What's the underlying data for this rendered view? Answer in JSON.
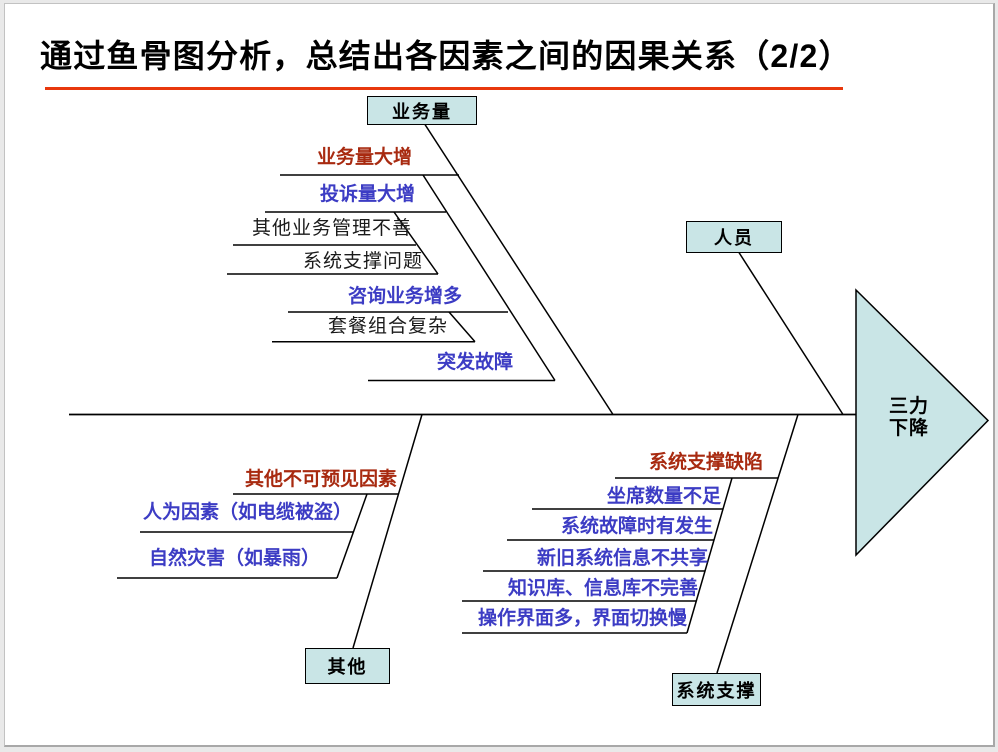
{
  "title": "通过鱼骨图分析，总结出各因素之间的因果关系（2/2）",
  "effect": "三力\n下降",
  "colors": {
    "accent_rule": "#e8380d",
    "box_fill": "#c9e5e6",
    "primary_cause": "#a82a10",
    "secondary_cause": "#3c3cc4",
    "tertiary_cause": "#1a1a1a",
    "line": "#000000"
  },
  "chart_data": {
    "type": "fishbone",
    "effect": "三力下降",
    "branches": [
      {
        "category": "业务量",
        "causes": [
          {
            "text": "业务量大增",
            "level": 1
          },
          {
            "text": "投诉量大增",
            "level": 2
          },
          {
            "text": "其他业务管理不善",
            "level": 3
          },
          {
            "text": "系统支撑问题",
            "level": 3
          },
          {
            "text": "咨询业务增多",
            "level": 2
          },
          {
            "text": "套餐组合复杂",
            "level": 3
          },
          {
            "text": "突发故障",
            "level": 2
          }
        ]
      },
      {
        "category": "人员",
        "causes": []
      },
      {
        "category": "其他",
        "causes": [
          {
            "text": "其他不可预见因素",
            "level": 1
          },
          {
            "text": "人为因素（如电缆被盗）",
            "level": 2
          },
          {
            "text": "自然灾害（如暴雨）",
            "level": 2
          }
        ]
      },
      {
        "category": "系统支撑",
        "causes": [
          {
            "text": "系统支撑缺陷",
            "level": 1
          },
          {
            "text": "坐席数量不足",
            "level": 2
          },
          {
            "text": "系统故障时有发生",
            "level": 2
          },
          {
            "text": "新旧系统信息不共享",
            "level": 2
          },
          {
            "text": "知识库、信息库不完善",
            "level": 2
          },
          {
            "text": "操作界面多，界面切换慢",
            "level": 2
          }
        ]
      }
    ]
  }
}
